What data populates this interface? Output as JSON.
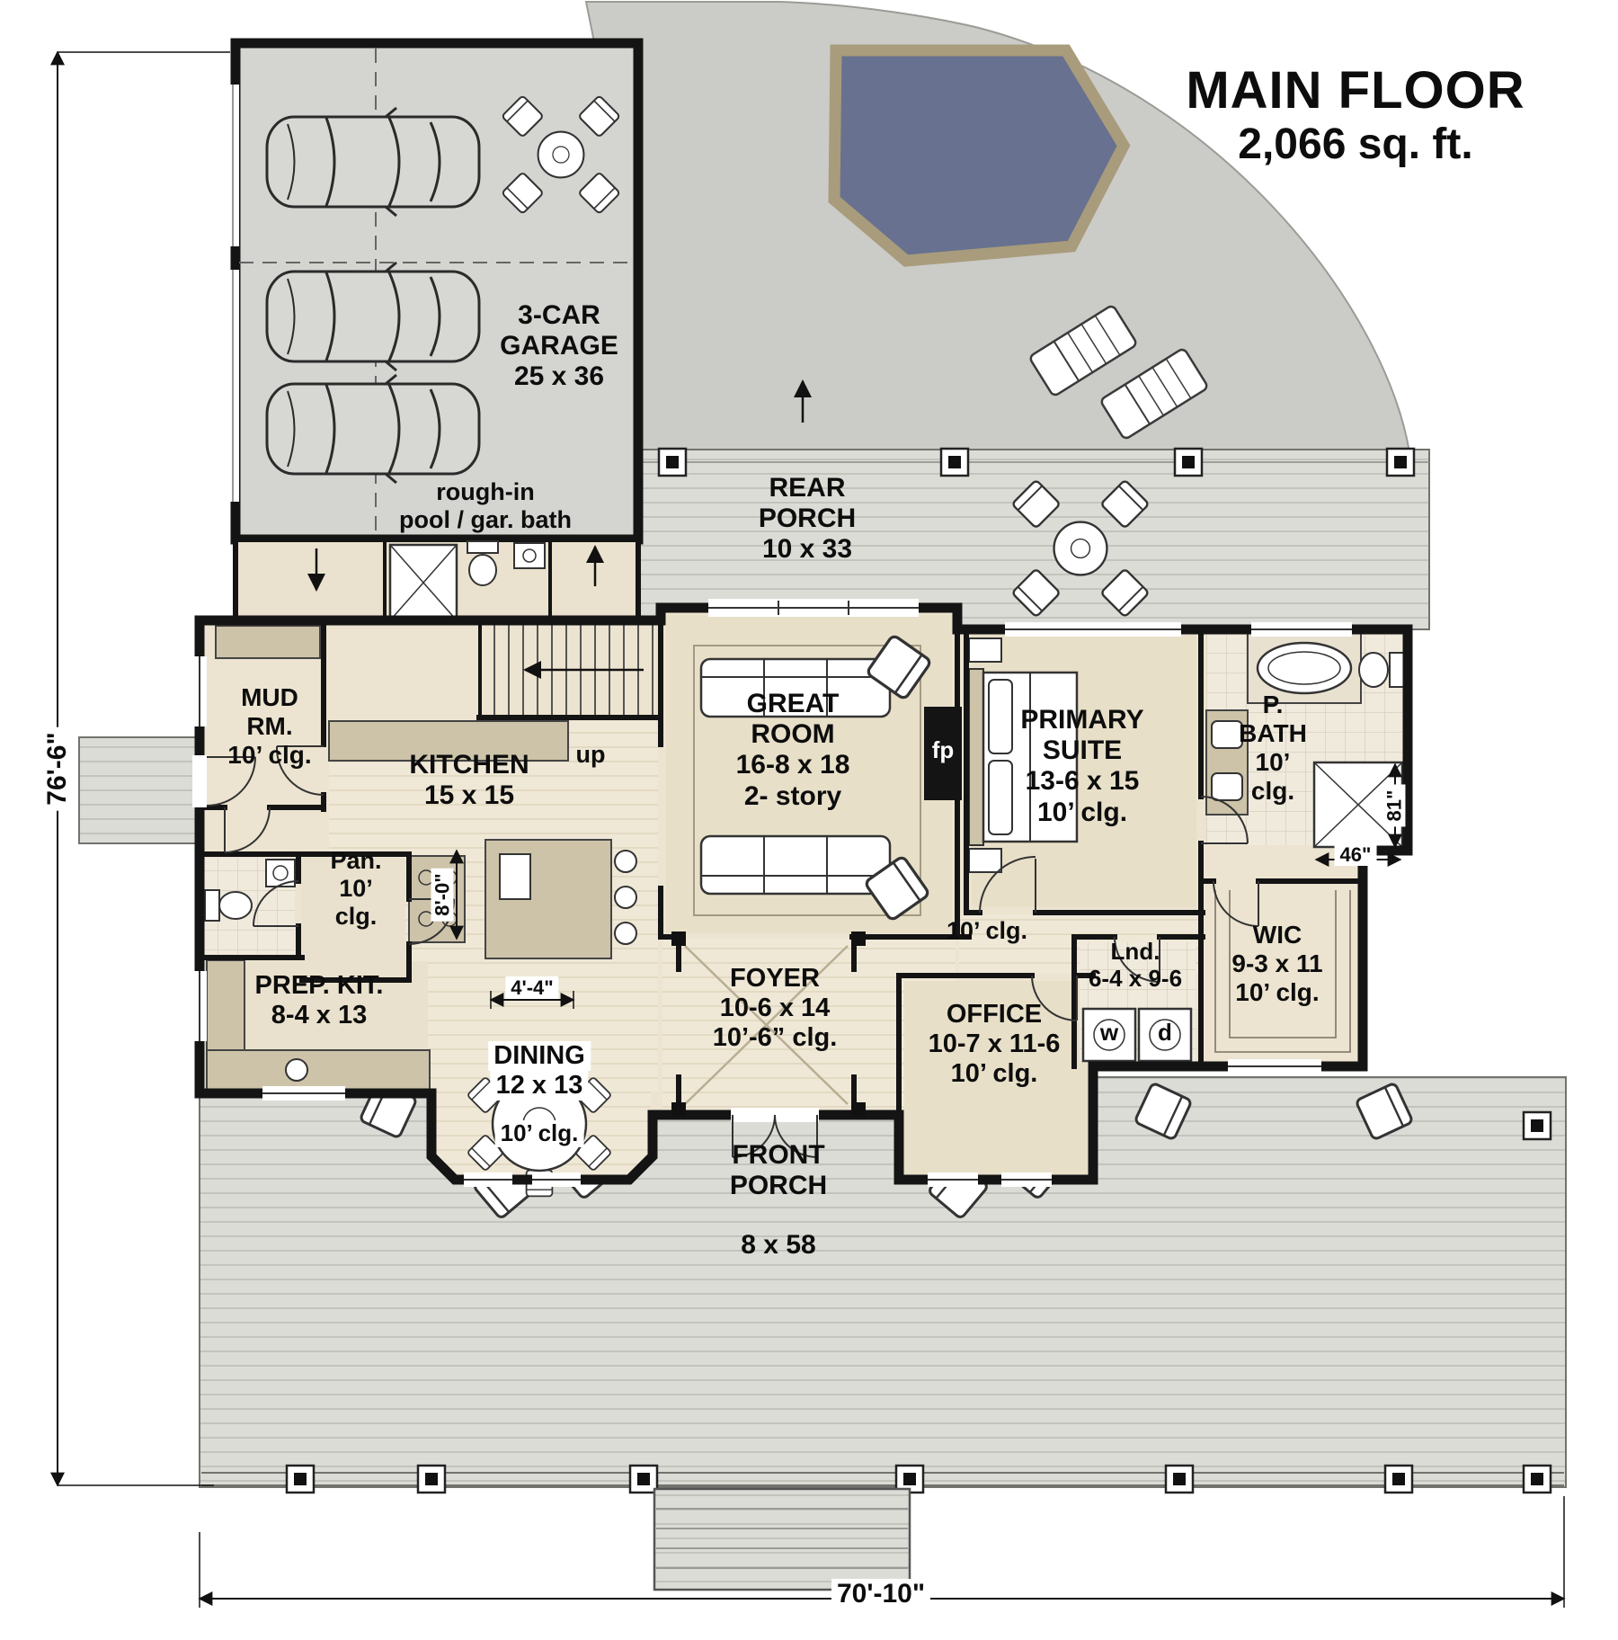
{
  "title": {
    "line1": "MAIN FLOOR",
    "line2": "2,066 sq. ft."
  },
  "dims": {
    "overall_height": "76'-6\"",
    "overall_width": "70'-10\"",
    "island_clearance": "8'-0\"",
    "prep_clearance": "4'-4\"",
    "shower_height": "81\"",
    "shower_width": "46\""
  },
  "rooms": {
    "garage": {
      "lines": [
        "3-CAR",
        "GARAGE",
        "25 x 36"
      ]
    },
    "rough_in": {
      "lines": [
        "rough-in",
        "pool / gar. bath"
      ]
    },
    "rear_porch": {
      "lines": [
        "REAR",
        "PORCH",
        "10 x 33"
      ]
    },
    "mud_room": {
      "lines": [
        "MUD",
        "RM.",
        "10’ clg."
      ]
    },
    "kitchen": {
      "lines": [
        "KITCHEN",
        "15 x 15"
      ]
    },
    "stairs": {
      "label": "up"
    },
    "great_room": {
      "lines": [
        "GREAT",
        "ROOM",
        "16-8 x 18",
        "2- story"
      ]
    },
    "fireplace": {
      "label": "fp"
    },
    "primary_suite": {
      "lines": [
        "PRIMARY",
        "SUITE",
        "13-6 x 15",
        "10’ clg."
      ]
    },
    "primary_bath": {
      "lines": [
        "P.",
        "BATH",
        "10’",
        "clg."
      ]
    },
    "pantry": {
      "lines": [
        "Pan.",
        "10’",
        "clg."
      ]
    },
    "prep_kitchen": {
      "lines": [
        "PREP. KIT.",
        "8-4 x 13"
      ]
    },
    "foyer": {
      "lines": [
        "FOYER",
        "10-6 x 14",
        "10’-6” clg."
      ]
    },
    "hall": {
      "label": "10’ clg."
    },
    "dining": {
      "lines": [
        "DINING",
        "12 x 13"
      ],
      "ceiling": "10’ clg."
    },
    "office": {
      "lines": [
        "OFFICE",
        "10-7 x 11-6",
        "10’ clg."
      ]
    },
    "laundry": {
      "lines": [
        "Lnd.",
        "6-4 x 9-6"
      ],
      "washer": "w",
      "dryer": "d"
    },
    "wic": {
      "lines": [
        "WIC",
        "9-3 x 11",
        "10’ clg."
      ]
    },
    "front_porch": {
      "lines": [
        "FRONT",
        "PORCH"
      ],
      "size": "8 x 58"
    }
  }
}
